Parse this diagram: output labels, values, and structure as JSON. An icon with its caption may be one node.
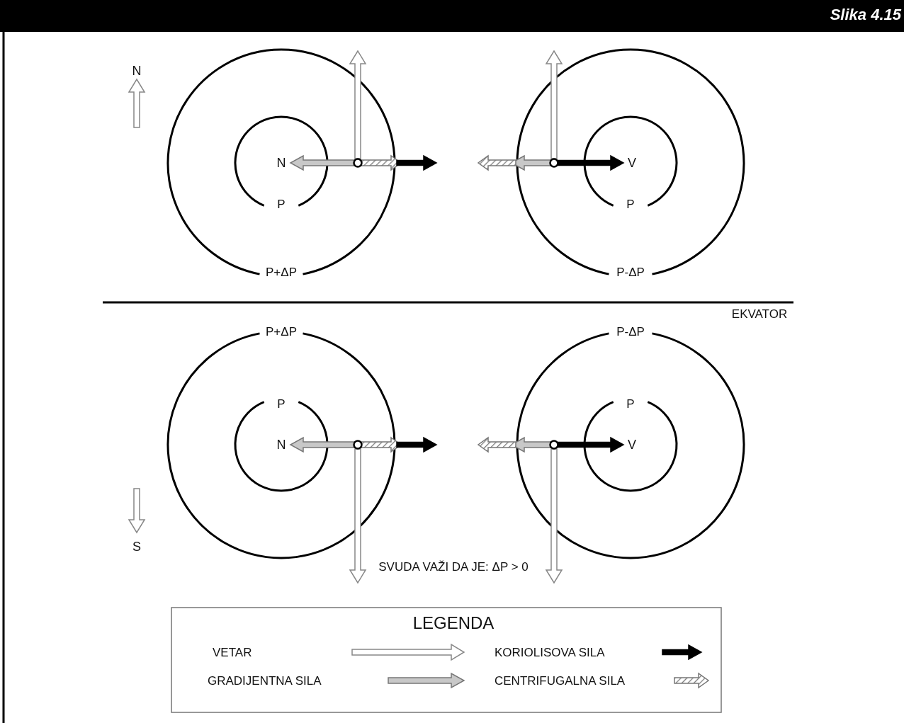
{
  "diagram": {
    "title": "Slika 4.15",
    "labels": [
      "N",
      "N",
      "V",
      "P",
      "P",
      "P+ΔP",
      "P-ΔP",
      "EKVATOR",
      "P+ΔP",
      "P-ΔP",
      "P",
      "P",
      "N",
      "V",
      "S",
      "SVUDA VAŽI DA JE: ΔP > 0",
      "LEGENDA"
    ],
    "legend": [
      {
        "text": "VETAR"
      },
      {
        "text": "KORIOLISOVA SILA"
      },
      {
        "text": "GRADIJENTNA SILA"
      },
      {
        "text": "CENTRIFUGALNA SILA"
      }
    ]
  }
}
